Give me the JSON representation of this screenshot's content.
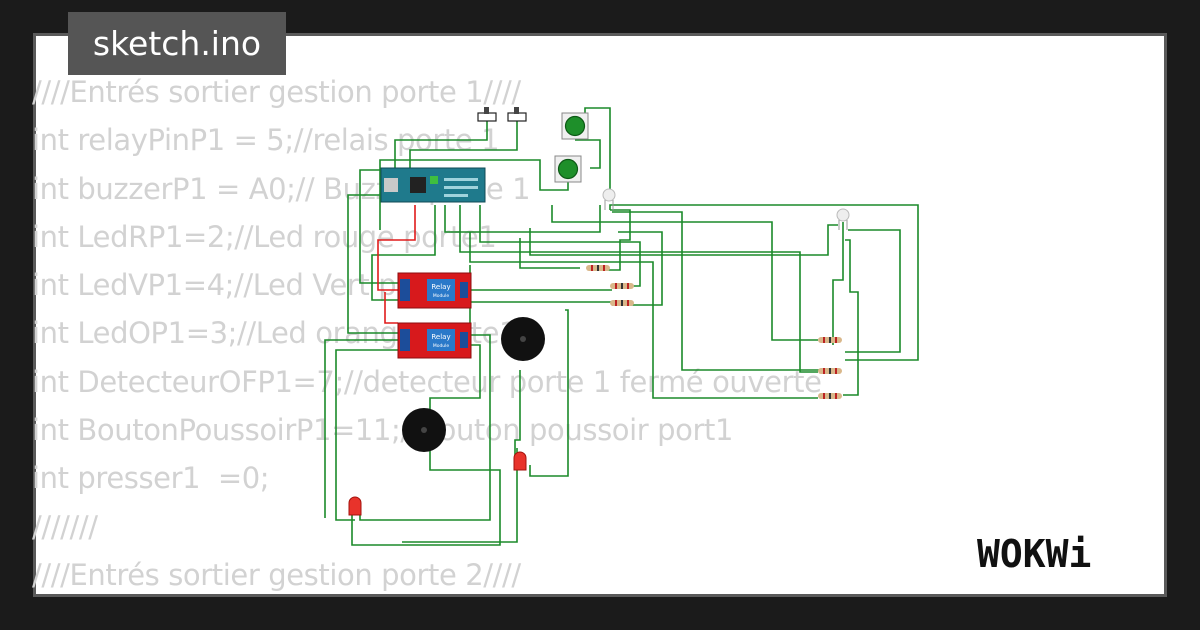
{
  "file_tab": {
    "label": "sketch.ino"
  },
  "code_lines": [
    "////Entrés sortier gestion porte 1////",
    "int relayPinP1 = 5;//relais porte 1",
    "int buzzerP1 = A0;// Buzzer porte 1",
    "int LedRP1=2;//Led rouge porte1",
    "int LedVP1=4;//Led Vert porte1",
    "int LedOP1=3;//Led orange porte1",
    "int DetecteurOFP1=7;//detecteur porte 1 fermé ouverte",
    "int BoutonPoussoirP1=11;//Bouton poussoir port1",
    "int presser1  =0;",
    "///////",
    "////Entrés sortier gestion porte 2////"
  ],
  "relays": [
    {
      "title": "Relay",
      "subtitle": "Module"
    },
    {
      "title": "Relay",
      "subtitle": "Module"
    }
  ],
  "brand": {
    "name": "WOKWi"
  },
  "colors": {
    "background": "#1b1b1b",
    "card": "#ffffff",
    "card_border": "#5a5a5a",
    "code_text": "#d2d2d2",
    "tab_bg": "#555555",
    "wire": "#1b8a2a",
    "wire_red": "#e01b1b",
    "arduino": "#1f7a8c",
    "relay": "#d7191c",
    "led": "#e8332b",
    "button_cap": "#1e8f2a"
  }
}
